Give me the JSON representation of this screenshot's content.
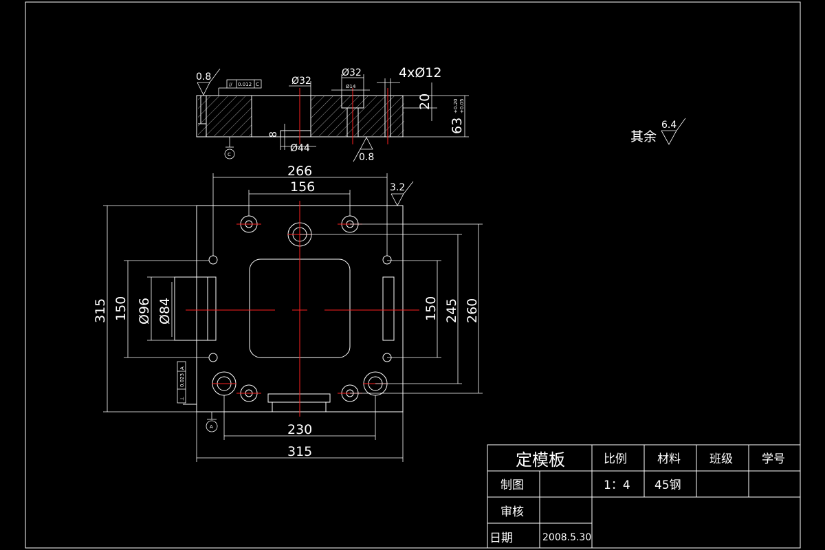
{
  "drawing": {
    "roughness_other_label": "其余",
    "roughness_other_value": "6.4",
    "top_view": {
      "roughness_top_left": "0.8",
      "roughness_bottom": "0.8",
      "parallelism_value": "0.012",
      "parallelism_datum": "C",
      "datum_label": "C",
      "dims": {
        "phi32_left": "Ø32",
        "phi32_right": "Ø32",
        "phi14": "Ø14",
        "holes": "4xØ12",
        "depth20": "20",
        "thickness": "63",
        "tol_upper": "+0.20",
        "tol_lower": "+0.05",
        "depth8": "8",
        "phi44": "Ø44"
      }
    },
    "plan_view": {
      "roughness_value": "3.2",
      "datum_label": "A",
      "perpendicularity_value": "0.023",
      "perpendicularity_datum": "A",
      "dims": {
        "width266": "266",
        "width156": "156",
        "height315": "315",
        "height150_left": "150",
        "dia96": "Ø96",
        "dia84": "Ø84",
        "height150_right": "150",
        "height245": "245",
        "height260": "260",
        "width230": "230",
        "width315": "315"
      }
    }
  },
  "title_block": {
    "title": "定模板",
    "scale_label": "比例",
    "material_label": "材料",
    "class_label": "班级",
    "student_no_label": "学号",
    "drawn_label": "制图",
    "drawn_value": "",
    "scale_value": "1：4",
    "material_value": "45钢",
    "class_value": "",
    "student_no_value": "",
    "checked_label": "审核",
    "checked_value": "",
    "date_label": "日期",
    "date_value": "2008.5.30"
  }
}
